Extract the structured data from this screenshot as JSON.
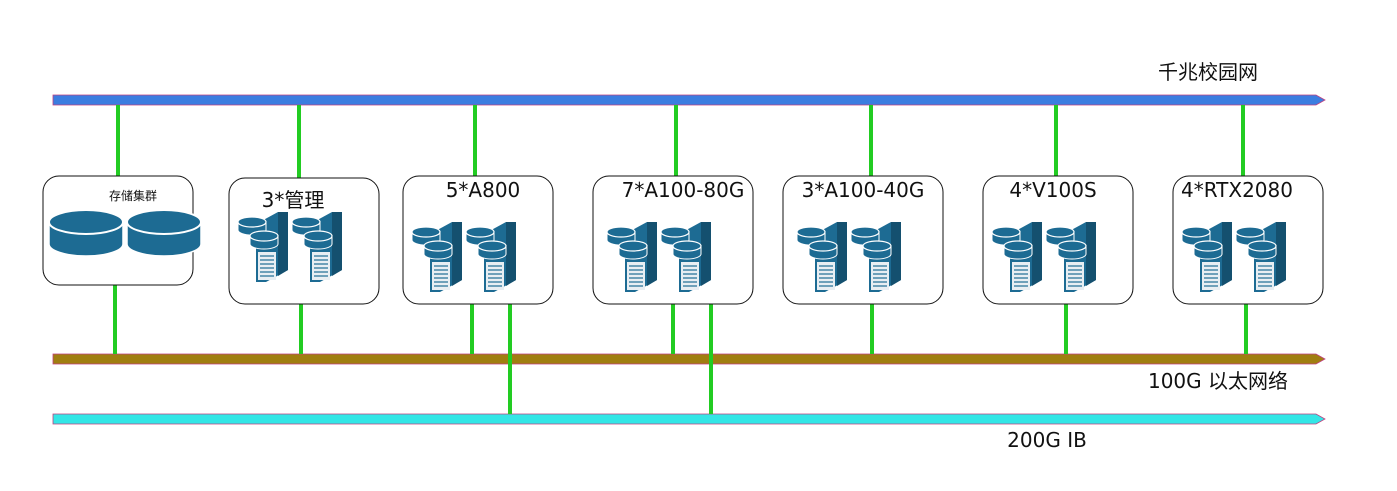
{
  "networks": {
    "campus": {
      "label": "千兆校园网",
      "color": "#3b7de0"
    },
    "ethernet": {
      "label": "100G 以太网络",
      "color": "#a07e10"
    },
    "ib": {
      "label": "200G IB",
      "color": "#33e6e6"
    }
  },
  "link_color": "#22cc22",
  "device_color": "#1d6b93",
  "nodes": [
    {
      "id": "storage",
      "label": "存储集群",
      "kind": "storage"
    },
    {
      "id": "mgmt",
      "label": "3*管理",
      "kind": "server"
    },
    {
      "id": "a800",
      "label": "5*A800",
      "kind": "server",
      "ib": true
    },
    {
      "id": "a100-80",
      "label": "7*A100-80G",
      "kind": "server",
      "ib": true
    },
    {
      "id": "a100-40",
      "label": "3*A100-40G",
      "kind": "server"
    },
    {
      "id": "v100s",
      "label": "4*V100S",
      "kind": "server"
    },
    {
      "id": "rtx2080",
      "label": "4*RTX2080",
      "kind": "server"
    }
  ]
}
